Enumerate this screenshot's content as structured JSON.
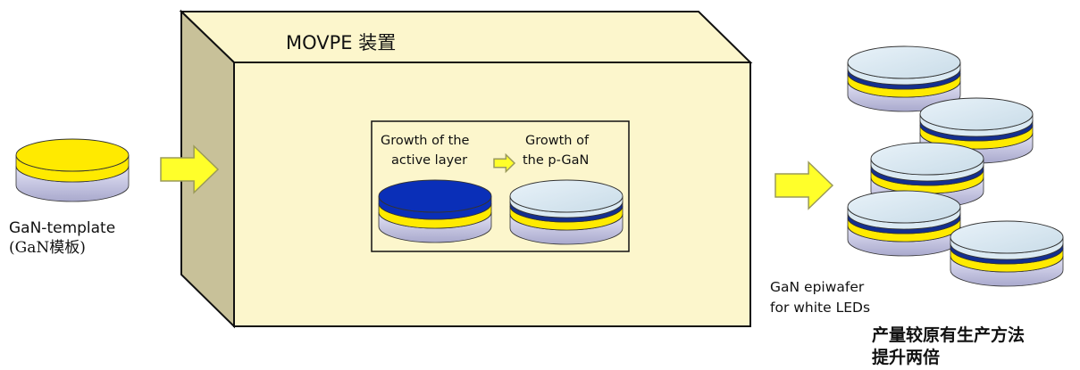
{
  "box_title": "MOVPE 装置",
  "input": {
    "line1": "GaN-template",
    "line2": "(GaN模板)"
  },
  "steps": {
    "active_line1": "Growth of the",
    "active_line2": "active layer",
    "pgan_line1": "Growth of",
    "pgan_line2": "the p-GaN"
  },
  "output": {
    "line1": "GaN epiwafer",
    "line2": "for white LEDs",
    "note_line1": "产量较原有生产方法",
    "note_line2": "提升两倍"
  },
  "colors": {
    "box_face": "#fcf6cc",
    "box_side": "#c8c199",
    "arrow_fill": "#ffff2a",
    "arrow_stroke": "#9a9a5a",
    "yellow": "#ffea00",
    "navy": "#142f8f",
    "active_blue": "#0a2fb8",
    "disk_base": "#d4d4ec",
    "cap": "#dbeaf3"
  }
}
